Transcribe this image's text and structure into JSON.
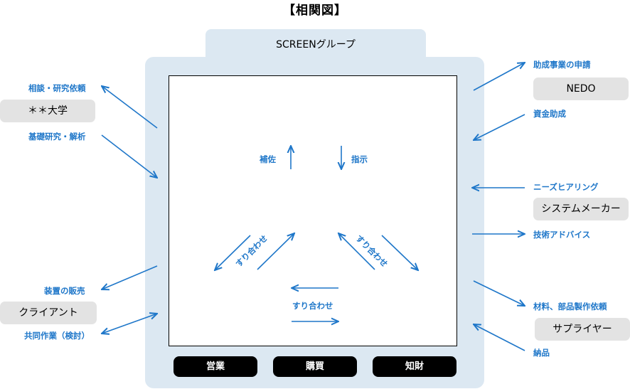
{
  "title": "【相関図】",
  "group_label": "SCREENグループ",
  "departments": [
    "営業",
    "購買",
    "知財"
  ],
  "entities": {
    "university": "＊＊大学",
    "client": "クライアント",
    "nedo": "NEDO",
    "system_maker": "システムメーカー",
    "supplier": "サプライヤー"
  },
  "labels": {
    "consult_research": "相談・研究依頼",
    "basic_research": "基礎研究・解析",
    "equipment_sales": "装置の販売",
    "joint_work": "共同作業（検討）",
    "subsidy_application": "助成事業の申請",
    "funding": "資金助成",
    "needs_hearing": "ニーズヒアリング",
    "tech_advice": "技術アドバイス",
    "parts_order": "材料、部品製作依頼",
    "delivery": "納品",
    "support": "補佐",
    "instruction": "指示",
    "coordination_left": "すり合わせ",
    "coordination_right": "すり合わせ",
    "coordination_bottom": "すり合わせ"
  },
  "colors": {
    "accent": "#1f77c9",
    "panel": "#dce8f2",
    "entity": "#e3e3e3",
    "dept": "#000000"
  }
}
